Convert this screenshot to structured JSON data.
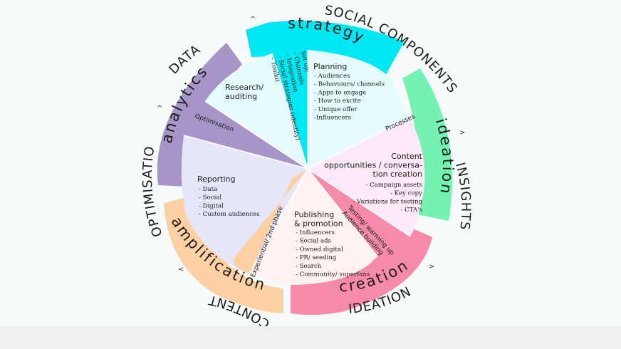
{
  "outer_labels": {
    "social_components": "SOCIAL COMPONENTS",
    "insights": "INSIGHTS",
    "ideation": "IDEATION",
    "content": "CONTENT",
    "optimisation": "OPTIMISATION",
    "data": "DATA"
  },
  "bands": {
    "strategy": "strategy",
    "ideation": "ideation",
    "creation": "creation",
    "amplification": "amplification",
    "analytics": "analytics"
  },
  "sections": {
    "planning": {
      "title": "Planning",
      "items": [
        "- Audiences",
        "- Behaviours/ channels",
        "- Apps to engage",
        "- How to excite",
        "- Unique offer",
        "-Influencers"
      ]
    },
    "setup": {
      "items": [
        "Set up:",
        "- Channels",
        "- Integration",
        "- Social strategies (identity)",
        "- Toolkit"
      ]
    },
    "research": {
      "title_lines": [
        "Research/",
        "auditing"
      ]
    },
    "optimisation_sub": "Optimisation",
    "processes_sub": "Processes",
    "content": {
      "title_lines": [
        "Content",
        "opportunities / conversa-",
        "tion creation"
      ],
      "items": [
        "- Campaign assets",
        "- Key copy",
        "- Variations for testing",
        "- CTA's"
      ]
    },
    "testing": {
      "lines": [
        "Testing/ warming up",
        "Audience building"
      ]
    },
    "publishing": {
      "title_lines": [
        "Publishing",
        "& promotion"
      ],
      "items": [
        "- Influencers",
        "- Social ads",
        "- Owned digital",
        "- PR/ seeding",
        "- Search",
        "- Community/ superfans"
      ]
    },
    "experiential": "Experiential/ 2nd phase",
    "reporting": {
      "title": "Reporting",
      "items": [
        "- Data",
        "- Social",
        "- Digital",
        "- Custom audiences"
      ]
    }
  },
  "chevrons": [
    "^",
    "^",
    ">",
    ">",
    "<"
  ],
  "colors": {
    "cyan": "#00e8f4",
    "mint": "#74f2b2",
    "pink": "#f58aa9",
    "peach": "#fdd1a4",
    "lavender": "#a596c7",
    "planning_fill": "#e6fcfc",
    "content_fill": "#fde9f7",
    "publishing_fill": "#fff3f1",
    "reporting_fill": "#e6e6fa",
    "research_fill": "#e6fbfc"
  }
}
